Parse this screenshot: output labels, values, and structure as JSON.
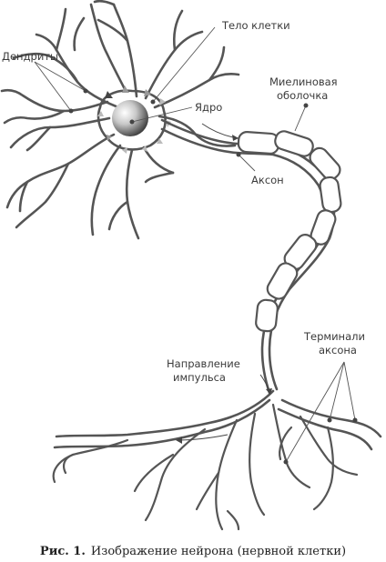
{
  "labels": {
    "dendrites": "Дендриты",
    "cell_body": "Тело клетки",
    "nucleus": "Ядро",
    "myelin_line1": "Миелиновая",
    "myelin_line2": "оболочка",
    "axon": "Аксон",
    "direction_line1": "Направление",
    "direction_line2": "импульса",
    "terminals_line1": "Терминали",
    "terminals_line2": "аксона"
  },
  "caption": {
    "prefix": "Рис. 1.",
    "text": "Изображение нейрона (нервной клетки)"
  },
  "colors": {
    "stroke": "#555555",
    "text": "#3a3a3a"
  }
}
